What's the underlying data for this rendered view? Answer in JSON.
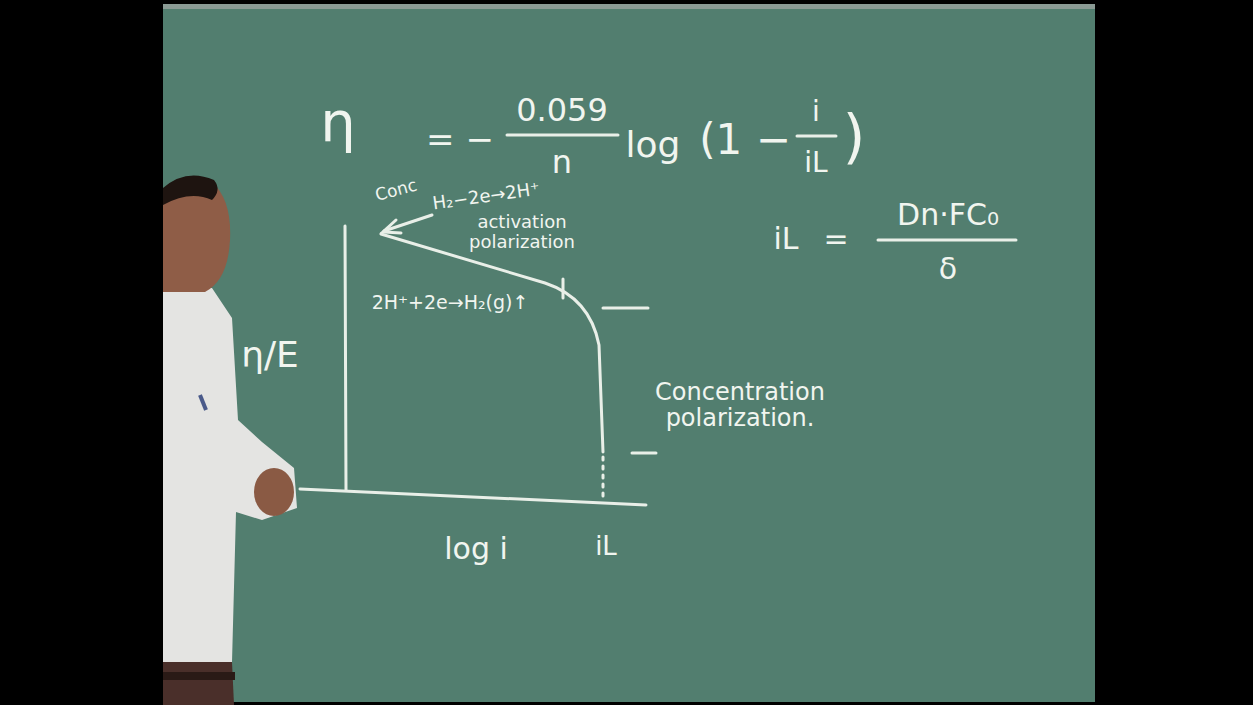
{
  "diagram": {
    "labels": [
      "η",
      "= −",
      "0.059",
      "n",
      "log",
      "(1 −",
      "i",
      "iL",
      ")",
      "Conc",
      "H₂−2e→2H⁺",
      "activation polarization",
      "2H⁺+2e→H₂(g)↑",
      "iL",
      "=",
      "Dn·FC₀",
      "δ",
      "η/E",
      "Concentration polarization.",
      "log i",
      "iL"
    ]
  }
}
